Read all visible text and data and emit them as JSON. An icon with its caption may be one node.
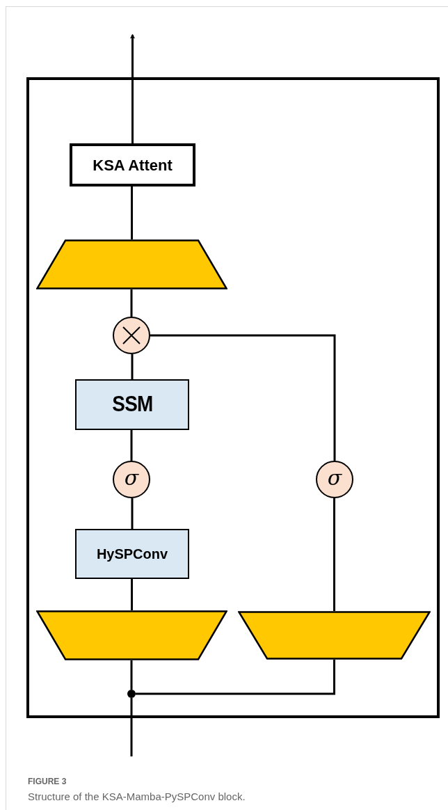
{
  "diagram": {
    "caption": "Structure of the KSA-Mamba-PySPConv block.",
    "nodes": [
      {
        "text": [],
        "shape": "box"
      },
      {
        "text": [
          "KSA Attent"
        ],
        "in": 0
      },
      {
        "text": [],
        "shape": "trapezoid",
        "in": 0
      },
      {
        "text": [],
        "shape": "circle",
        "in": 0
      },
      {
        "text": [
          "SSM"
        ],
        "in": 0
      },
      {
        "text": [
          "σ"
        ],
        "in": 0
      },
      {
        "text": [
          "HySPConv"
        ],
        "in": 0
      },
      {
        "text": [
          "σ"
        ],
        "in": 0
      },
      {
        "text": [],
        "shape": "trapezoid",
        "in": 0
      },
      {
        "text": [],
        "shape": "trapezoid",
        "in": 0
      },
      {
        "text": [],
        "shape": "dot",
        "in": 0
      }
    ],
    "edges": [
      {
        "from": null,
        "to": 10,
        "arrow": "none"
      },
      {
        "from": 10,
        "to": 8,
        "arrow": "none"
      },
      {
        "from": 10,
        "to": 9,
        "arrow": "none"
      },
      {
        "from": 8,
        "to": 6,
        "arrow": "none"
      },
      {
        "from": 6,
        "to": 5,
        "arrow": "none"
      },
      {
        "from": 5,
        "to": 4,
        "arrow": "none"
      },
      {
        "from": 4,
        "to": 3,
        "arrow": "none"
      },
      {
        "from": 9,
        "to": 7,
        "arrow": "none"
      },
      {
        "from": 7,
        "to": 3,
        "arrow": "none"
      },
      {
        "from": 3,
        "to": 2,
        "arrow": "none"
      },
      {
        "from": 2,
        "to": 1,
        "arrow": "none"
      },
      {
        "from": 1,
        "to": null,
        "arrow": "to"
      }
    ],
    "labels": [
      "FIGURE 3"
    ]
  }
}
